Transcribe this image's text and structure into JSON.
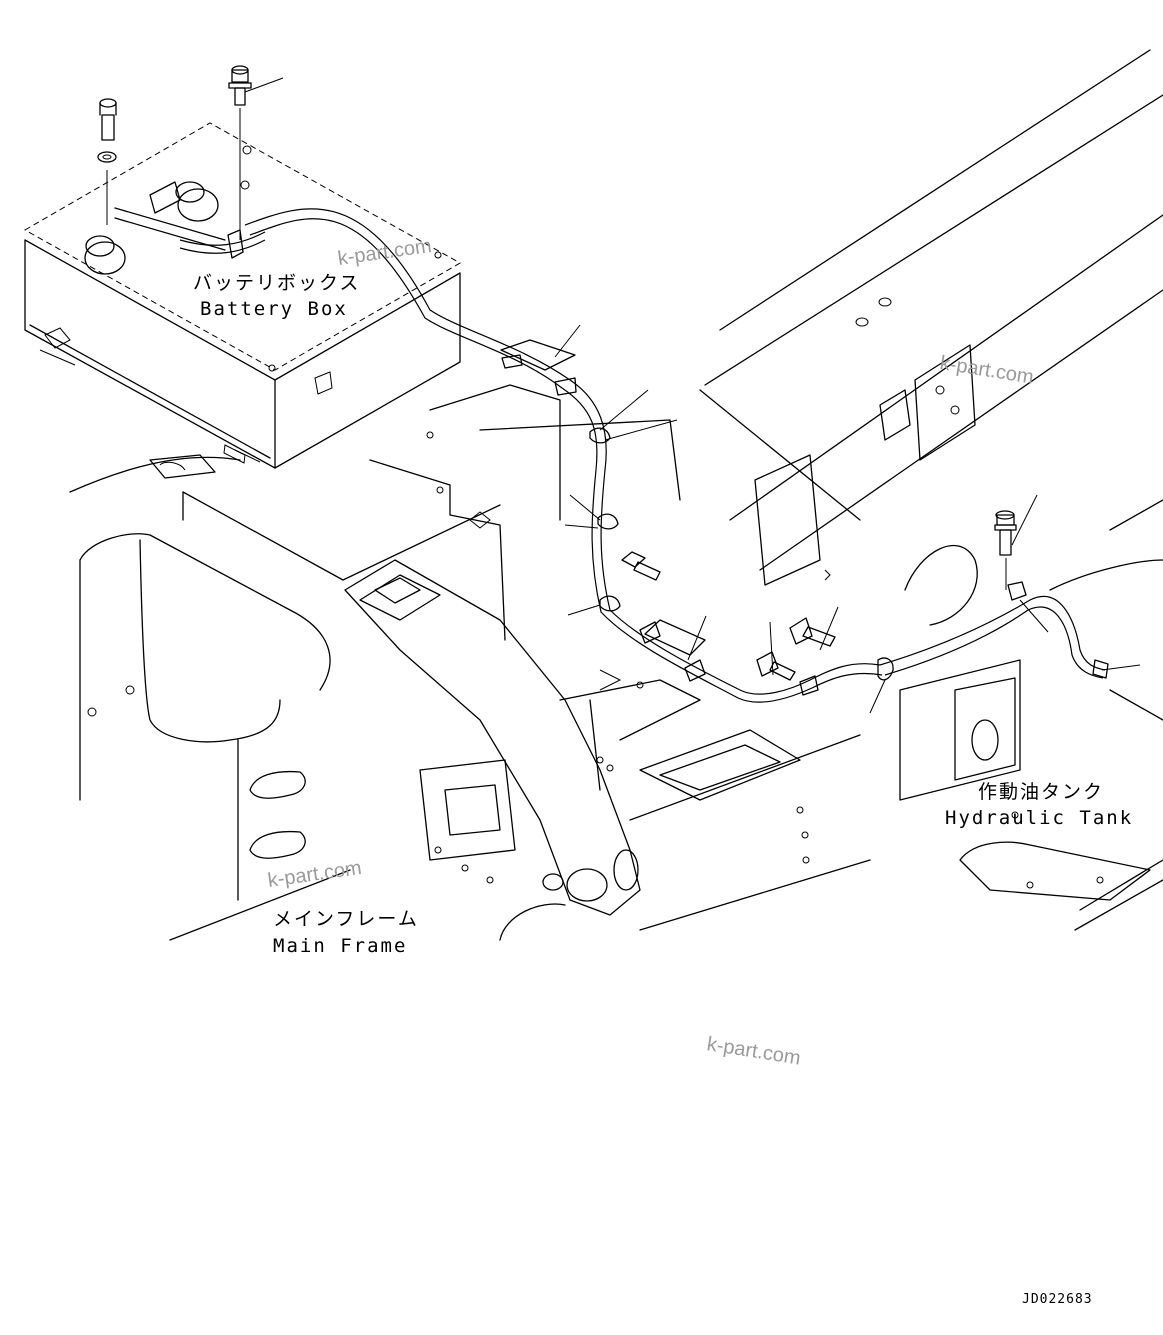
{
  "labels": {
    "battery_box_jp": "バッテリボックス",
    "battery_box_en": "Battery Box",
    "hydraulic_tank_jp": "作動油タンク",
    "hydraulic_tank_en": "Hydraulic Tank",
    "main_frame_jp": "メインフレーム",
    "main_frame_en": "Main Frame"
  },
  "watermark": "k-part.com",
  "drawing_code": "JD022683"
}
